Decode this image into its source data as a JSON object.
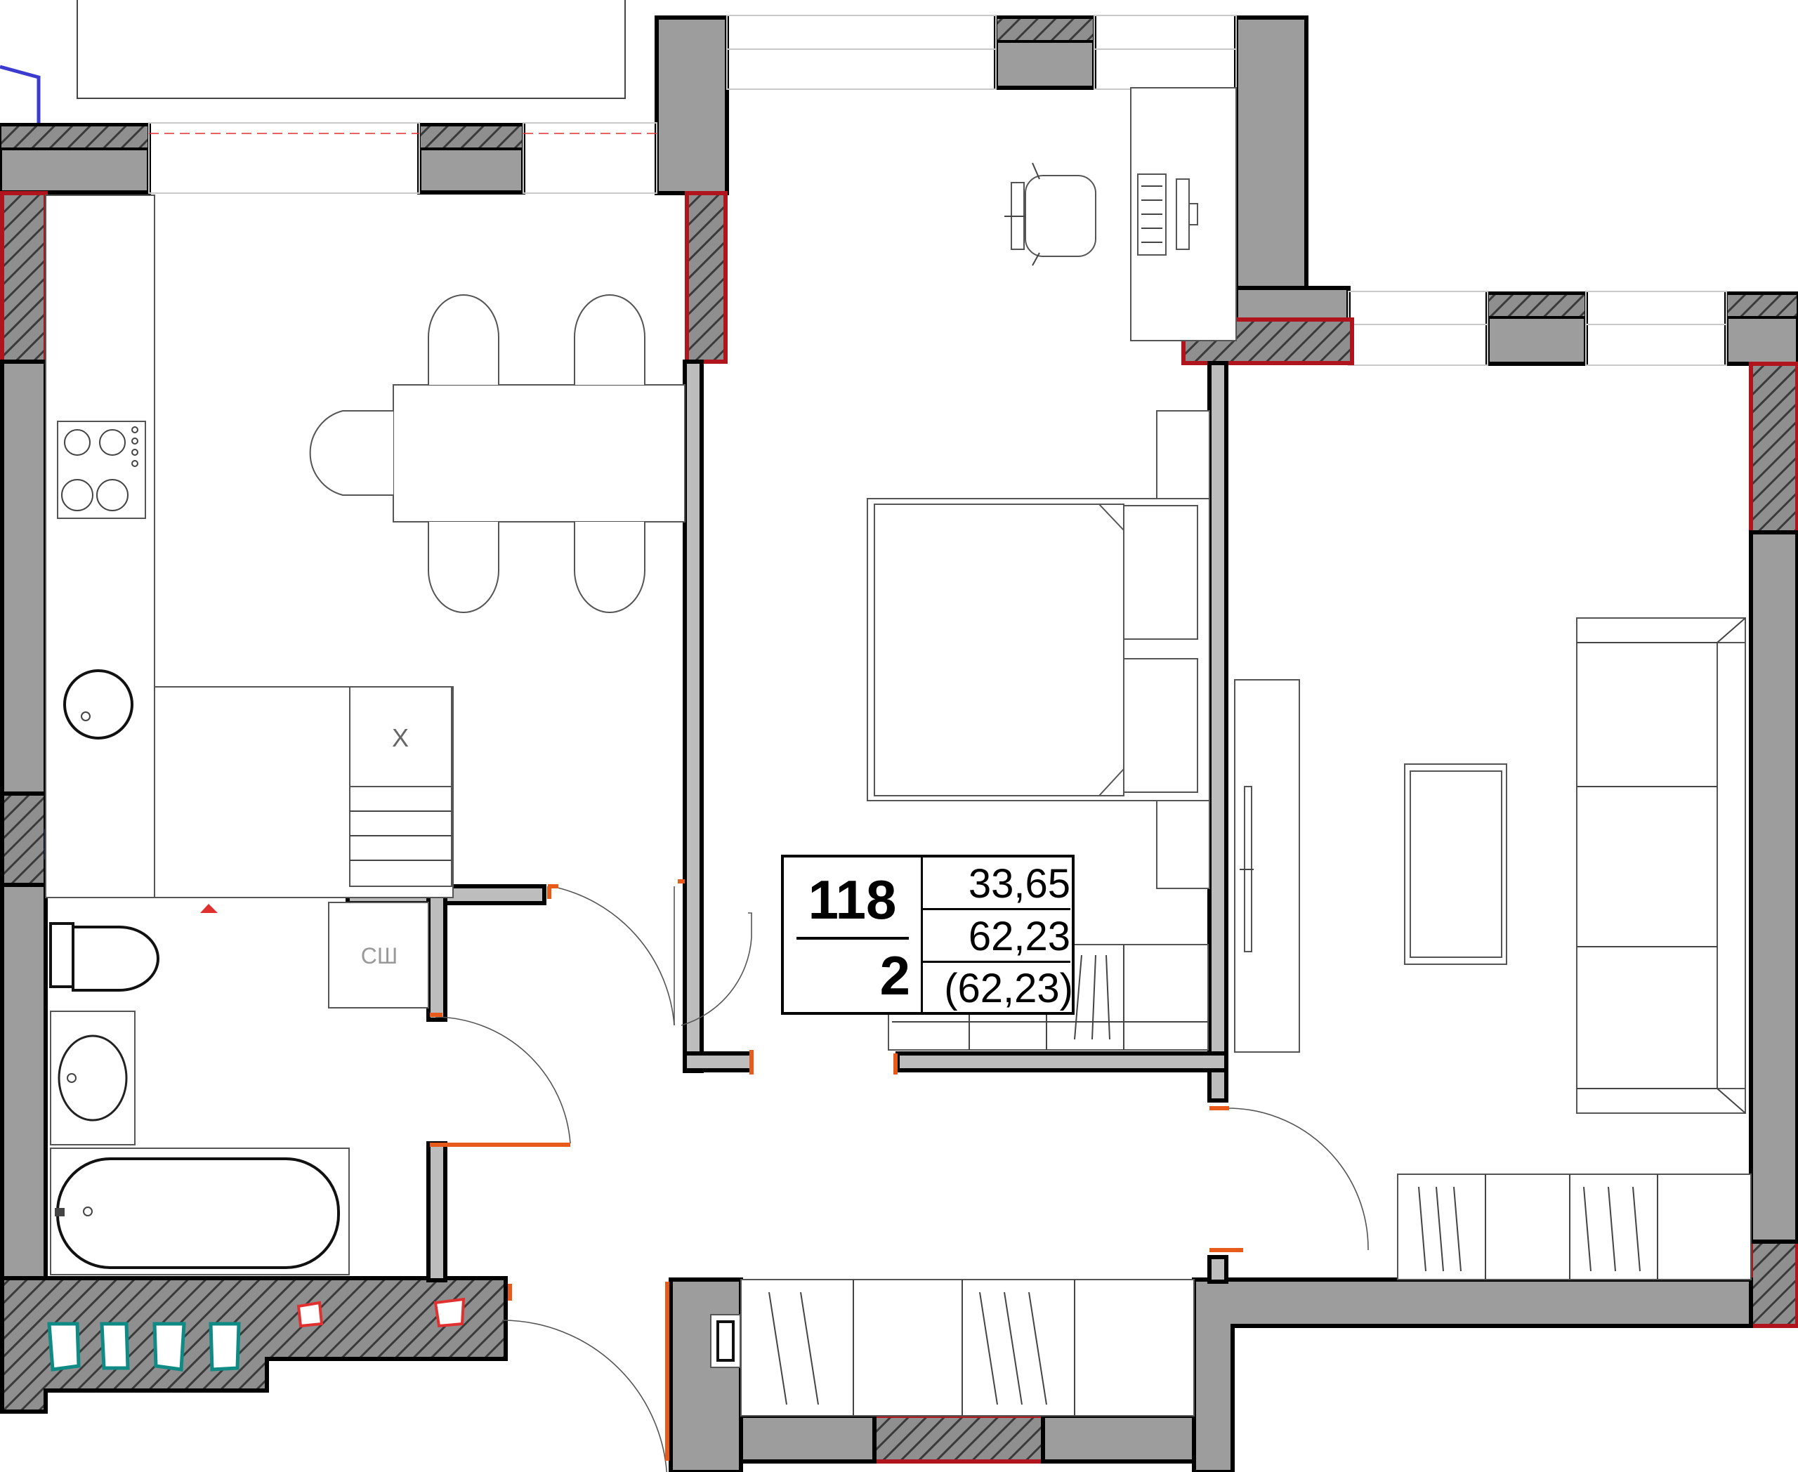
{
  "apartment": {
    "number": "118",
    "rooms": "2",
    "living_area": "33,65",
    "total_area": "62,23",
    "total_area_paren": "(62,23)"
  },
  "fixture_labels": {
    "appliance": "Х",
    "wardrobe": "СШ"
  },
  "colors": {
    "wall_fill": "#9d9d9d",
    "column_outline": "#b0141c",
    "door_jamb": "#e85a1a",
    "ventilation": "#0f8a84"
  }
}
